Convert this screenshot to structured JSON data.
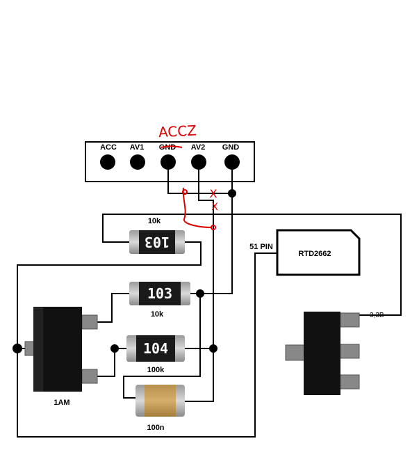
{
  "connector": {
    "pins": [
      {
        "label": "ACC"
      },
      {
        "label": "AV1"
      },
      {
        "label": "GND"
      },
      {
        "label": "AV2"
      },
      {
        "label": "GND"
      }
    ]
  },
  "annotation": {
    "handwritten": "ACCZ",
    "mark": "X"
  },
  "components": {
    "r1": {
      "code": "103",
      "label": "10k"
    },
    "r2": {
      "code": "103",
      "label": "10k"
    },
    "r3": {
      "code": "104",
      "label": "100k"
    },
    "cap": {
      "label": "100n"
    },
    "transistor": {
      "label": "1AM"
    },
    "ic": {
      "label": "RTD2662",
      "pin_label": "51 PIN"
    },
    "regulator": {
      "label": "3,3B"
    }
  },
  "colors": {
    "wire": "#000000",
    "annotation": "#e00000",
    "resistor_body": "#1a1a1a",
    "cap_body": "#c8a060"
  }
}
